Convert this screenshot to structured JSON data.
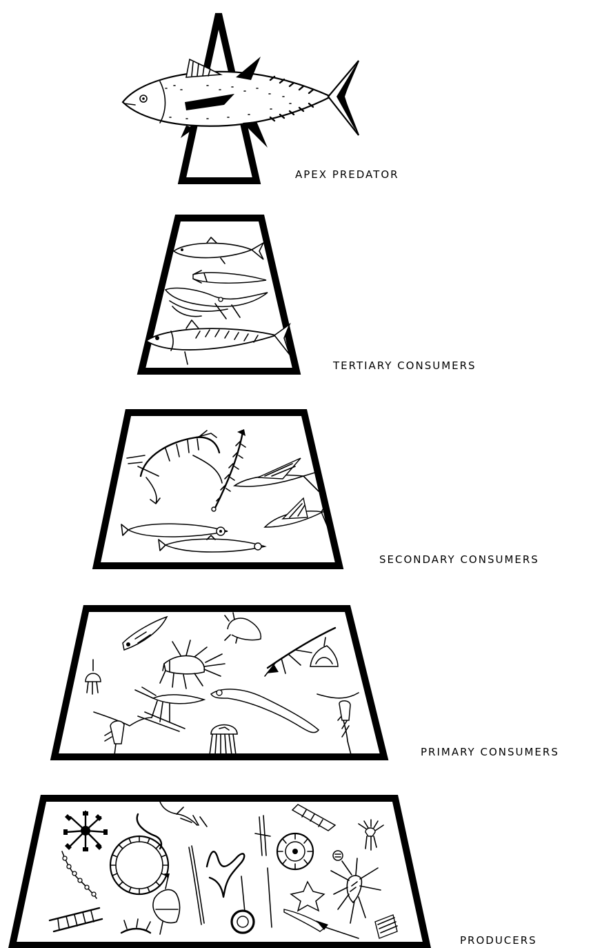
{
  "levels": [
    {
      "key": "apex",
      "label": "APEX PREDATOR"
    },
    {
      "key": "tertiary",
      "label": "TERTIARY CONSUMERS"
    },
    {
      "key": "secondary",
      "label": "SECONDARY CONSUMERS"
    },
    {
      "key": "primary",
      "label": "PRIMARY CONSUMERS"
    },
    {
      "key": "producers",
      "label": "PRODUCERS"
    }
  ]
}
